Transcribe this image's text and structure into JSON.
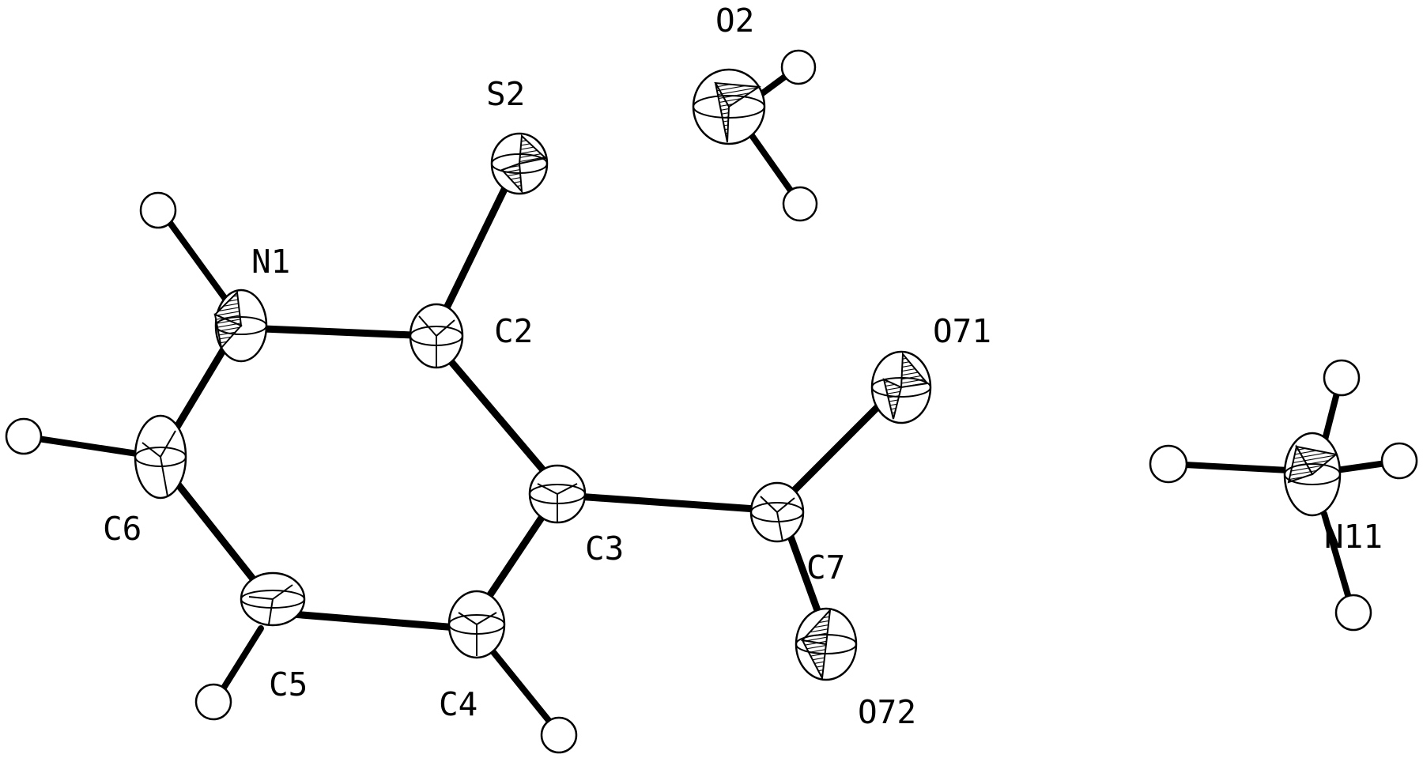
{
  "atom_labels": {
    "O2": "O2",
    "S2": "S2",
    "N1": "N1",
    "C2": "C2",
    "O71": "O71",
    "C6": "C6",
    "C3": "C3",
    "C7": "C7",
    "N11": "N11",
    "C5": "C5",
    "C4": "C4",
    "O72": "O72"
  }
}
